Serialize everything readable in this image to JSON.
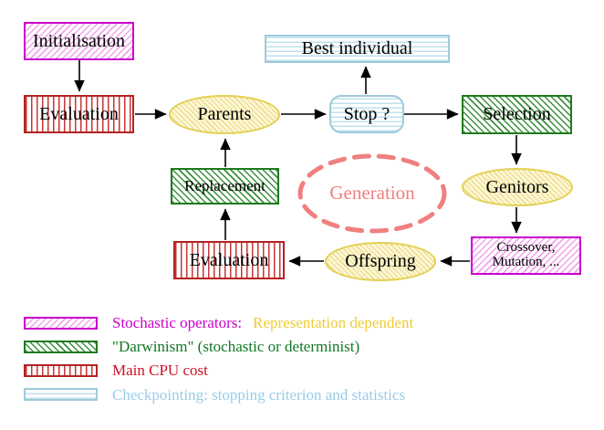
{
  "diagram": {
    "type": "flowchart",
    "topic": "evolutionary algorithm generation loop"
  },
  "nodes": {
    "initialisation": {
      "label": "Initialisation",
      "style": "magenta-diagonal-hatch"
    },
    "evaluation_top": {
      "label": "Evaluation",
      "style": "red-vertical-stripes"
    },
    "parents": {
      "label": "Parents",
      "style": "yellow-hatch-ellipse"
    },
    "stop": {
      "label": "Stop ?",
      "style": "cyan-horizontal-stripes-rounded"
    },
    "best_individual": {
      "label": "Best individual",
      "style": "cyan-horizontal-stripes"
    },
    "selection": {
      "label": "Selection",
      "style": "green-diagonal-hatch"
    },
    "genitors": {
      "label": "Genitors",
      "style": "yellow-hatch-ellipse"
    },
    "crossover_mutation": {
      "line1": "Crossover,",
      "line2": "Mutation, ...",
      "style": "magenta-diagonal-hatch"
    },
    "offspring": {
      "label": "Offspring",
      "style": "yellow-hatch-ellipse"
    },
    "evaluation_bottom": {
      "label": "Evaluation",
      "style": "red-vertical-stripes"
    },
    "replacement": {
      "label": "Replacement",
      "style": "green-diagonal-hatch"
    },
    "generation": {
      "label": "Generation",
      "style": "dashed-coral-ellipse"
    }
  },
  "edges": [
    {
      "from": "initialisation",
      "to": "evaluation_top",
      "direction": "down"
    },
    {
      "from": "evaluation_top",
      "to": "parents",
      "direction": "right"
    },
    {
      "from": "parents",
      "to": "stop",
      "direction": "right"
    },
    {
      "from": "stop",
      "to": "best_individual",
      "direction": "up"
    },
    {
      "from": "stop",
      "to": "selection",
      "direction": "right"
    },
    {
      "from": "selection",
      "to": "genitors",
      "direction": "down"
    },
    {
      "from": "genitors",
      "to": "crossover_mutation",
      "direction": "down"
    },
    {
      "from": "crossover_mutation",
      "to": "offspring",
      "direction": "left"
    },
    {
      "from": "offspring",
      "to": "evaluation_bottom",
      "direction": "left"
    },
    {
      "from": "evaluation_bottom",
      "to": "replacement",
      "direction": "up"
    },
    {
      "from": "replacement",
      "to": "parents",
      "direction": "up"
    }
  ],
  "legend": {
    "items": [
      {
        "swatch": "magenta-diagonal-hatch",
        "label": "Stochastic operators:",
        "label2": "Representation dependent",
        "color": "#cc00cc",
        "color2": "#eecc33"
      },
      {
        "swatch": "green-diagonal-hatch",
        "label": "\"Darwinism\" (stochastic or determinist)",
        "color": "#117722"
      },
      {
        "swatch": "red-vertical-stripes",
        "label": "Main CPU cost",
        "color": "#cc1122"
      },
      {
        "swatch": "cyan-horizontal-stripes",
        "label": "Checkpointing: stopping criterion and statistics",
        "color": "#99cbe6"
      }
    ]
  },
  "colors": {
    "magenta": "#cc00cc",
    "red": "#b52222",
    "green": "#1e7a1e",
    "cyan_border": "#9fcadc",
    "yellow_border": "#e4d052",
    "yellow_fill": "#fdf8d8",
    "coral_dashed": "#f08080",
    "arrow": "#000000",
    "background": "#ffffff"
  }
}
